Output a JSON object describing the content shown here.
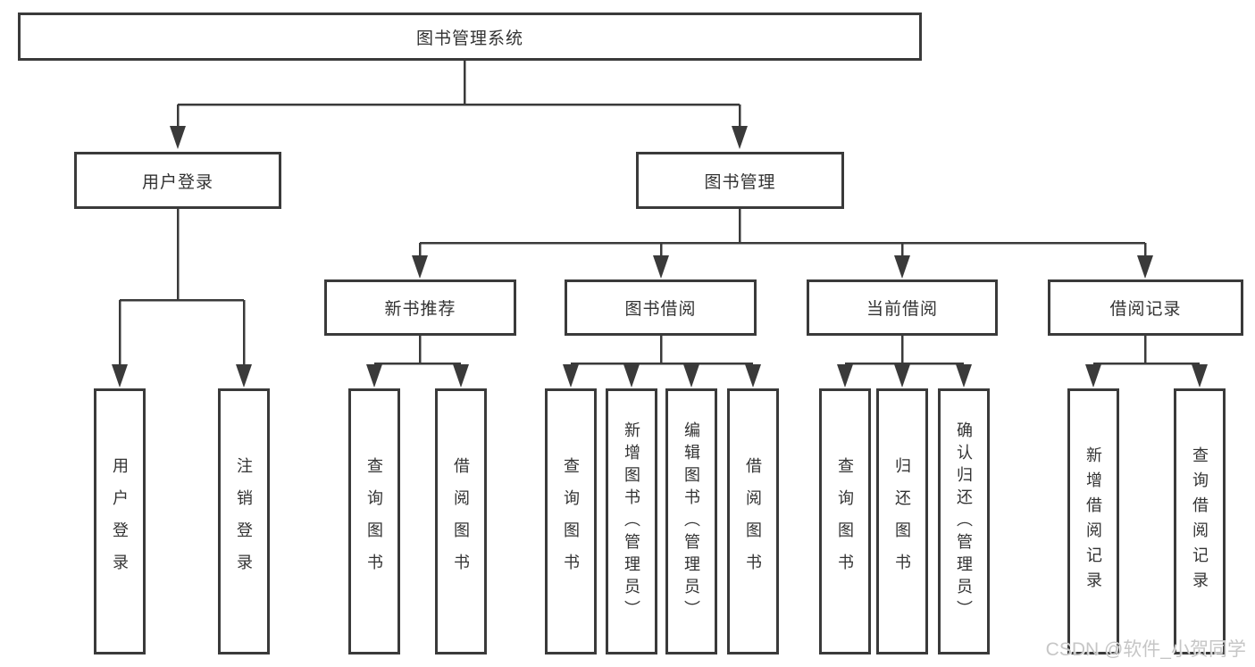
{
  "diagram": {
    "root": "图书管理系统",
    "branches": [
      {
        "label": "用户登录",
        "children": [
          {
            "label": "用户登录"
          },
          {
            "label": "注销登录"
          }
        ]
      },
      {
        "label": "图书管理",
        "children": [
          {
            "label": "新书推荐",
            "children": [
              {
                "label": "查询图书"
              },
              {
                "label": "借阅图书"
              }
            ]
          },
          {
            "label": "图书借阅",
            "children": [
              {
                "label": "查询图书"
              },
              {
                "label": "新增图书（管理员）"
              },
              {
                "label": "编辑图书（管理员）"
              },
              {
                "label": "借阅图书"
              }
            ]
          },
          {
            "label": "当前借阅",
            "children": [
              {
                "label": "查询图书"
              },
              {
                "label": "归还图书"
              },
              {
                "label": "确认归还（管理员）"
              }
            ]
          },
          {
            "label": "借阅记录",
            "children": [
              {
                "label": "新增借阅记录"
              },
              {
                "label": "查询借阅记录"
              }
            ]
          }
        ]
      }
    ]
  },
  "watermark": "CSDN @软件_小贺同学",
  "colors": {
    "line": "#3a3a3a",
    "box_border": "#3a3a3a",
    "box_fill": "#ffffff",
    "text": "#333333",
    "background": "#ffffff",
    "watermark": "#c3c3c3"
  }
}
